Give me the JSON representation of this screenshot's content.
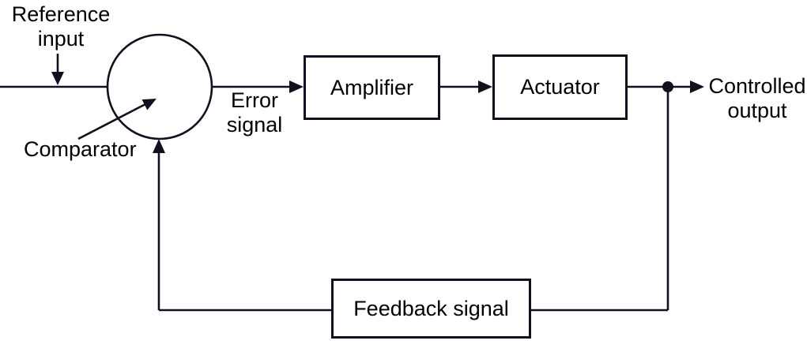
{
  "nodes": {
    "comparator": {
      "label": "Comparator",
      "shape": "circle"
    },
    "amplifier": {
      "label": "Amplifier",
      "shape": "rect"
    },
    "actuator": {
      "label": "Actuator",
      "shape": "rect"
    },
    "feedback": {
      "label": "Feedback signal",
      "shape": "rect"
    }
  },
  "labels": {
    "reference_input": {
      "lines": [
        "Reference",
        "input"
      ]
    },
    "error_signal": {
      "lines": [
        "Error",
        "signal"
      ]
    },
    "controlled_output": {
      "lines": [
        "Controlled",
        "output"
      ]
    }
  },
  "connections": [
    {
      "from": "reference-input",
      "to": "comparator"
    },
    {
      "from": "comparator",
      "to": "amplifier",
      "label": "error-signal"
    },
    {
      "from": "amplifier",
      "to": "actuator"
    },
    {
      "from": "actuator",
      "to": "controlled-output"
    },
    {
      "from": "output-junction",
      "to": "feedback-signal-block"
    },
    {
      "from": "feedback-signal-block",
      "to": "comparator"
    }
  ],
  "colors": {
    "stroke": "#10101e",
    "text": "#000000",
    "background": "#ffffff"
  }
}
